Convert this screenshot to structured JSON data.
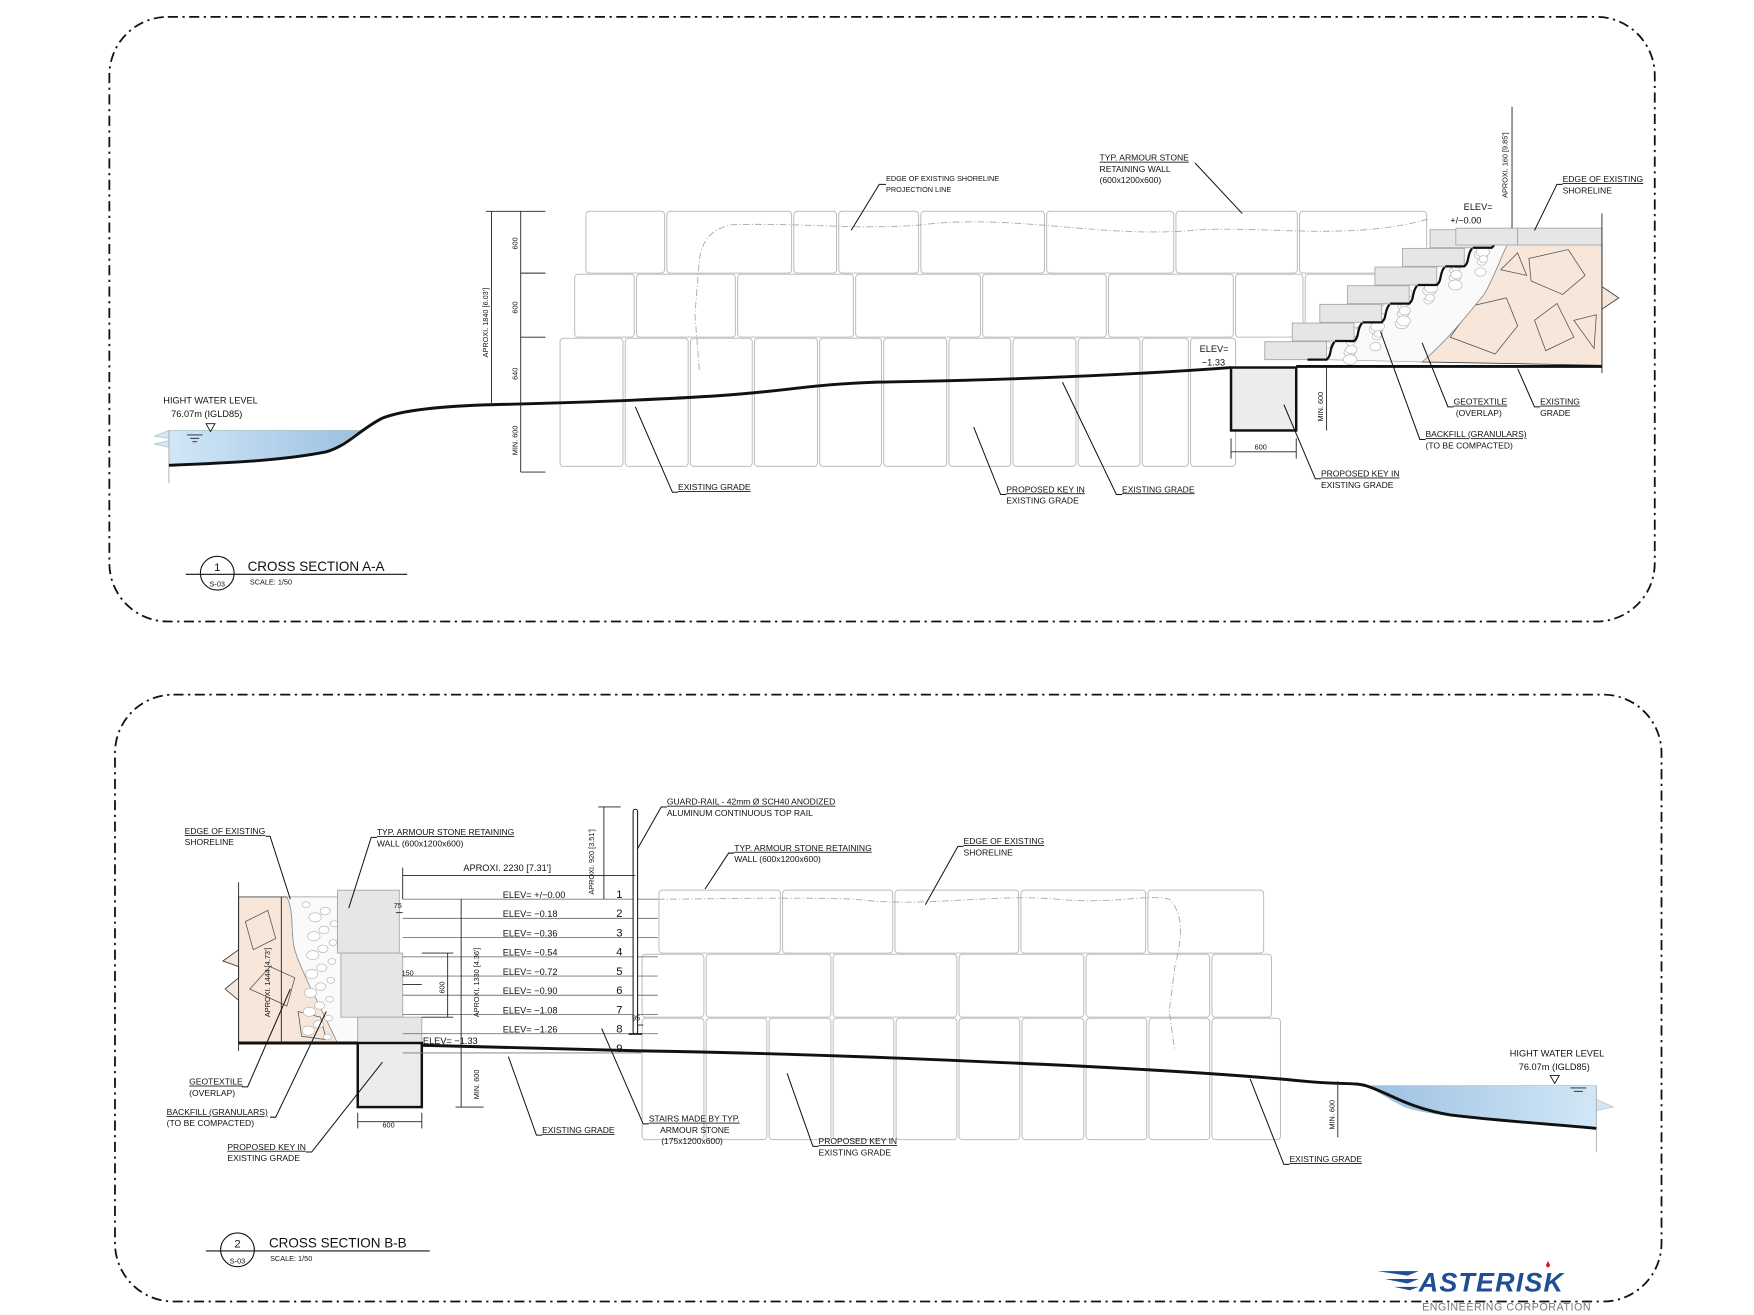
{
  "section_a": {
    "number": "1",
    "sheet": "S-03",
    "title": "CROSS SECTION A-A",
    "scale": "SCALE: 1/50",
    "water_level": [
      "HIGHT WATER LEVEL",
      "76.07m (IGLD85)"
    ],
    "labels": {
      "edge_projection": [
        "EDGE OF EXISTING SHORELINE",
        "PROJECTION LINE"
      ],
      "armour_wall": [
        "TYP. ARMOUR STONE",
        "RETAINING WALL",
        "(600x1200x600)"
      ],
      "edge_shoreline": [
        "EDGE OF EXISTING",
        "SHORELINE"
      ],
      "existing_grade_1": "EXISTING GRADE",
      "proposed_key_1": [
        "PROPOSED KEY IN",
        "EXISTING GRADE"
      ],
      "existing_grade_2": "EXISTING GRADE",
      "proposed_key_2": [
        "PROPOSED KEY IN",
        "EXISTING GRADE"
      ],
      "geotextile": [
        "GEOTEXTILE",
        "(OVERLAP)"
      ],
      "existing_grade_3": [
        "EXISTING",
        "GRADE"
      ],
      "backfill": [
        "BACKFILL (GRANULARS)",
        "(TO BE COMPACTED)"
      ]
    },
    "elev_top": [
      "ELEV=",
      "+/−0.00"
    ],
    "elev_bottom": [
      "ELEV=",
      "−1.33"
    ],
    "dims": {
      "overall": "APROXI. 1840 [6.03']",
      "row1": "600",
      "row2": "600",
      "row3": "640",
      "min_embed": "MIN. 600",
      "top": "APROXI. 160 [9.85']",
      "key_width": "600",
      "key_depth": "MIN. 600"
    }
  },
  "section_b": {
    "number": "2",
    "sheet": "S-03",
    "title": "CROSS SECTION B-B",
    "scale": "SCALE: 1/50",
    "water_level": [
      "HIGHT WATER LEVEL",
      "76.07m (IGLD85)"
    ],
    "labels": {
      "edge_shoreline_left": [
        "EDGE OF EXISTING",
        "SHORELINE"
      ],
      "armour_wall_left": [
        "TYP. ARMOUR STONE RETAINING",
        "WALL (600x1200x600)"
      ],
      "guard_rail": [
        "GUARD-RAIL - 42mm Ø SCH40 ANODIZED",
        "ALUMINUM CONTINUOUS TOP RAIL"
      ],
      "armour_wall_right": [
        "TYP. ARMOUR STONE RETAINING",
        "WALL (600x1200x600)"
      ],
      "edge_shoreline_right": [
        "EDGE OF EXISTING",
        "SHORELINE"
      ],
      "geotextile": [
        "GEOTEXTILE",
        "(OVERLAP)"
      ],
      "backfill": [
        "BACKFILL (GRANULARS)",
        "(TO BE COMPACTED)"
      ],
      "proposed_key_1": [
        "PROPOSED KEY IN",
        "EXISTING GRADE"
      ],
      "existing_grade_1": "EXISTING GRADE",
      "stairs": [
        "STAIRS MADE BY TYP.",
        "ARMOUR STONE",
        "(175x1200x600)"
      ],
      "proposed_key_2": [
        "PROPOSED KEY IN",
        "EXISTING GRADE"
      ],
      "existing_grade_2": "EXISTING GRADE"
    },
    "stairs": [
      {
        "n": "1",
        "elev": "ELEV=  +/−0.00"
      },
      {
        "n": "2",
        "elev": "ELEV=  −0.18"
      },
      {
        "n": "3",
        "elev": "ELEV=  −0.36"
      },
      {
        "n": "4",
        "elev": "ELEV=  −0.54"
      },
      {
        "n": "5",
        "elev": "ELEV=  −0.72"
      },
      {
        "n": "6",
        "elev": "ELEV=  −0.90"
      },
      {
        "n": "7",
        "elev": "ELEV=  −1.08"
      },
      {
        "n": "8",
        "elev": "ELEV=  −1.26"
      },
      {
        "n": "9",
        "elev": ""
      }
    ],
    "elev_bottom": "ELEV=  −1.33",
    "dims": {
      "horizontal": "APROXI. 2230  [7.31']",
      "rail_height": "APROXI. 920  [3.51']",
      "stair_height": "APROXI. 1330  [4.36']",
      "shore_height": "APROXI. 1444  [4.73']",
      "block": "600",
      "offset_150": "150",
      "offset_75": "75",
      "offset_95": "95",
      "min_embed": "MIN. 600",
      "key_width": "600",
      "right_min": "MIN. 600"
    }
  },
  "logo": {
    "name": "ASTERISK",
    "subtitle": "ENGINEERING CORPORATION",
    "brand_color": "#1f4e94"
  }
}
